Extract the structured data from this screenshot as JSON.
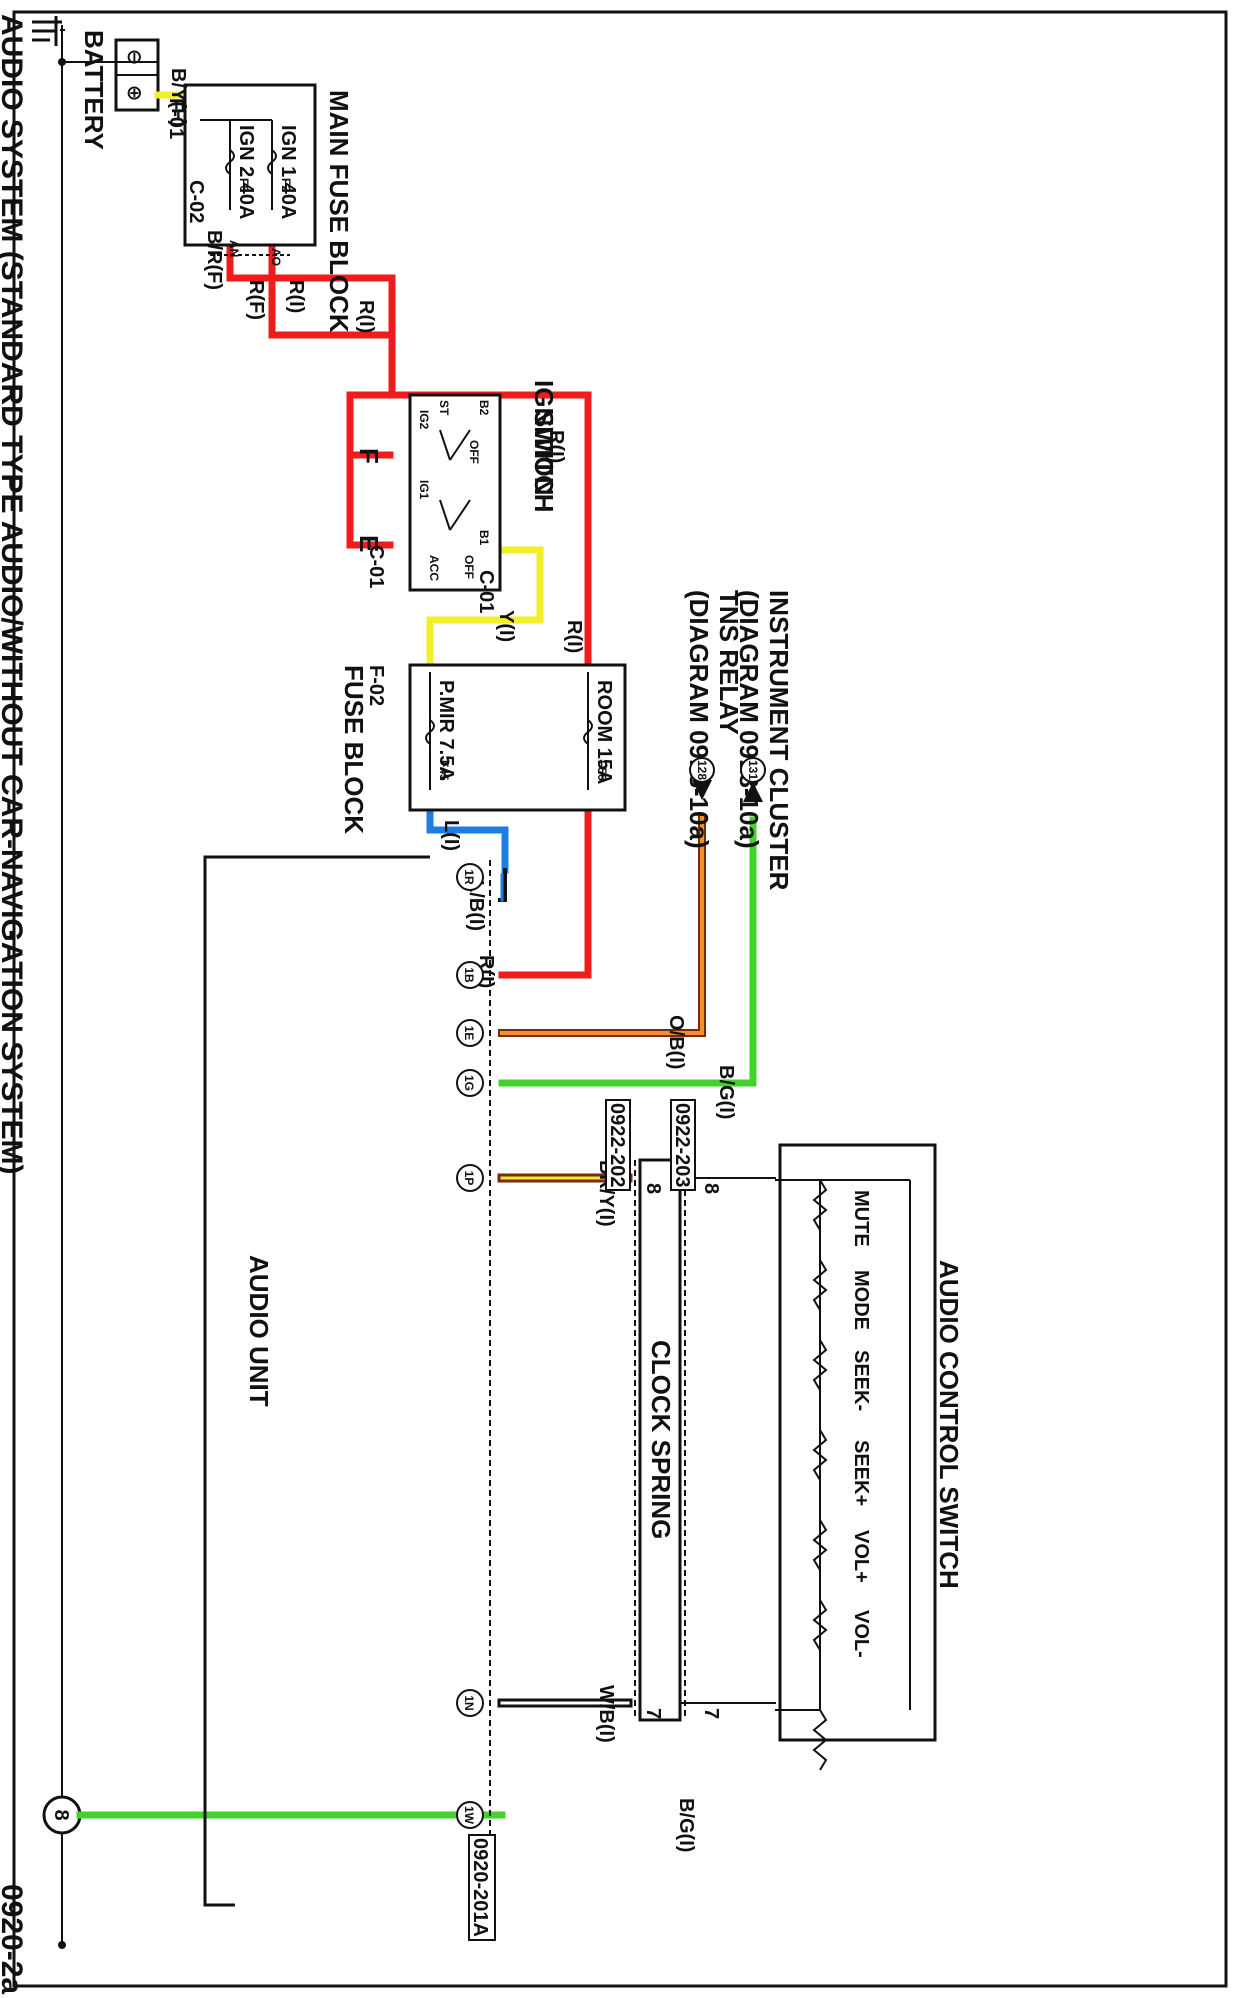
{
  "header": {
    "title": "AUDIO SYSTEM (STANDARD TYPE AUDIO/WITHOUT CAR-NAVIGATION SYSTEM)",
    "page_code": "0920-2a"
  },
  "battery": {
    "label": "BATTERY",
    "neg": "⊖",
    "pos": "⊕"
  },
  "ground": {
    "mark": "8"
  },
  "main_fuse_block": {
    "label": "MAIN FUSE BLOCK",
    "connector": "F-01",
    "fuse1_name": "IGN 2 40A",
    "fuse1_id": "F6",
    "fuse2_name": "IGN 1 40A",
    "fuse2_id": "F2"
  },
  "connectors": {
    "c02": "C-02",
    "an": "AN",
    "ao": "AO",
    "c01a": "C-01",
    "c01b": "C-01",
    "f02": "F-02",
    "e": "E",
    "f": "F"
  },
  "ignition_switch": {
    "label_line1": "IGNITION",
    "label_line2": "SWITCH",
    "b2": "B2",
    "st": "ST",
    "off": "OFF",
    "ig2": "IG2",
    "ig1": "IG1",
    "b1": "B1",
    "off2": "OFF",
    "acc": "ACC"
  },
  "fuse_block": {
    "label": "FUSE BLOCK",
    "fuse1_name": "P.MIR 7.5A",
    "fuse1_id": "F45",
    "fuse2_name": "ROOM 15A",
    "fuse2_id": "F56"
  },
  "wires": {
    "by": "B/Y(F)",
    "br": "B/R(F)",
    "rf": "R(F)",
    "ri1": "R(I)",
    "ri2": "R(I)",
    "ri3": "R(I)",
    "ri4": "R(I)",
    "ri5": "R(I)",
    "yi": "Y(I)",
    "li": "L(I)",
    "lbi": "L/B(I)",
    "obi": "O/B(I)",
    "bgi1": "B/G(I)",
    "bryi": "BR/Y(I)",
    "wbi": "W/B(I)",
    "bgi2": "B/G(I)"
  },
  "tns_relay": {
    "line1": "TNS RELAY",
    "line2": "(DIAGRAM 0918-10a)",
    "ref": "128"
  },
  "instrument_cluster": {
    "line1": "INSTRUMENT CLUSTER",
    "line2": "(DIAGRAM 0918-10a)",
    "ref": "131"
  },
  "audio_unit": {
    "label": "AUDIO UNIT",
    "pins": [
      "1R",
      "1B",
      "1E",
      "1G",
      "1P",
      "1N",
      "1W"
    ],
    "connector": "0920-201A"
  },
  "clock_spring": {
    "label": "CLOCK SPRING",
    "connector_top": "0922-202",
    "connector_bottom": "0922-203",
    "pin8_in": "8",
    "pin7_in": "7",
    "pin8_out": "8",
    "pin7_out": "7"
  },
  "audio_control_switch": {
    "label": "AUDIO CONTROL SWITCH",
    "buttons": [
      "MUTE",
      "MODE",
      "SEEK-",
      "SEEK+",
      "VOL+",
      "VOL-"
    ]
  },
  "colors": {
    "red": "#ee1c1c",
    "yellow": "#f2ee2a",
    "blue": "#1f7de0",
    "green": "#43d12b",
    "orange": "#f0922a",
    "brown": "#7a2a12",
    "black": "#111111"
  }
}
